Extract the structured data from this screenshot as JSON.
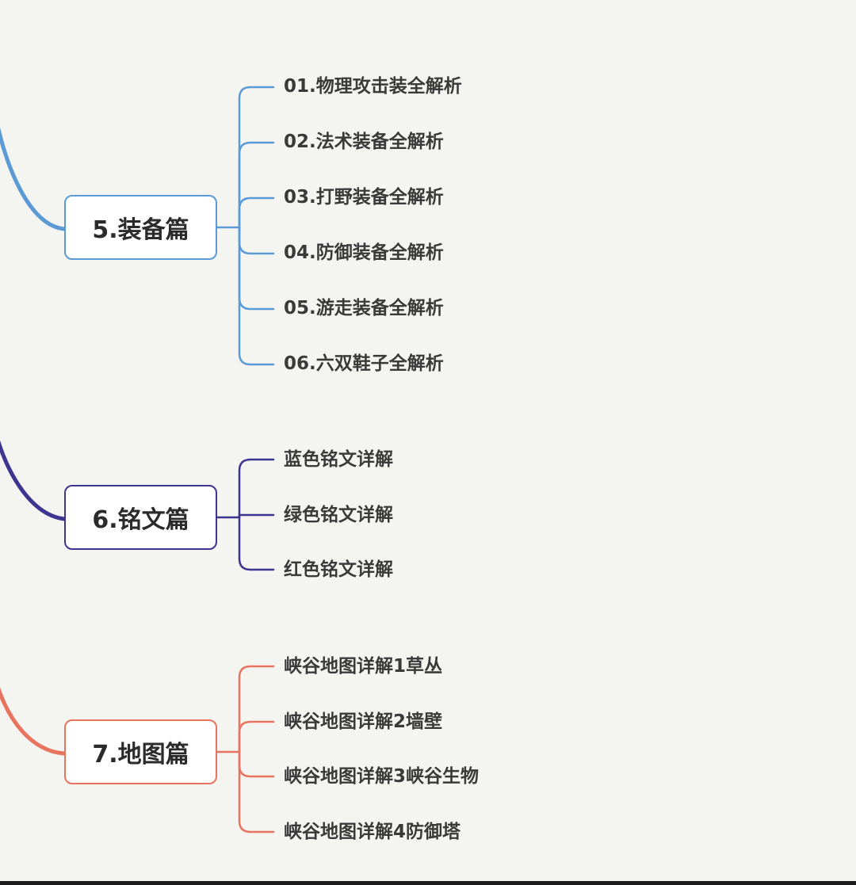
{
  "branches": [
    {
      "id": "equipment",
      "title": "5.装备篇",
      "color": "#5b9bd5",
      "items": [
        "01.物理攻击装全解析",
        "02.法术装备全解析",
        "03.打野装备全解析",
        "04.防御装备全解析",
        "05.游走装备全解析",
        "06.六双鞋子全解析"
      ]
    },
    {
      "id": "inscription",
      "title": "6.铭文篇",
      "color": "#3e3591",
      "items": [
        "蓝色铭文详解",
        "绿色铭文详解",
        "红色铭文详解"
      ]
    },
    {
      "id": "map",
      "title": "7.地图篇",
      "color": "#e8735f",
      "items": [
        "峡谷地图详解1草丛",
        "峡谷地图详解2墙壁",
        "峡谷地图详解3峡谷生物",
        "峡谷地图详解4防御塔"
      ]
    }
  ]
}
